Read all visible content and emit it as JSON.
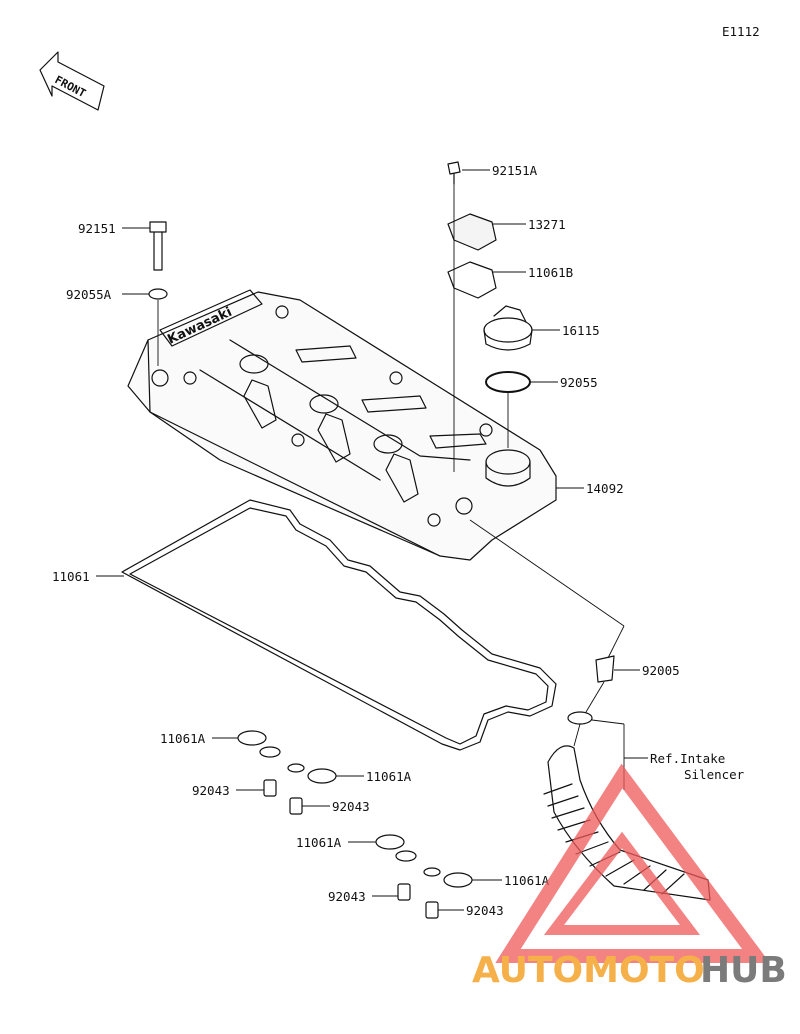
{
  "diagram_code": "E1112",
  "front_label": "FRONT",
  "brand_text": "Kawasaki",
  "callouts": {
    "bolt_top": "92151A",
    "cover_plate": "13271",
    "plate_gasket": "11061B",
    "oil_cap": "16115",
    "o_ring": "92055",
    "head_cover": "14092",
    "bolt_left": "92151",
    "washer_left": "92055A",
    "cover_gasket": "11061",
    "fitting": "92005",
    "ref_text_line1": "Ref.Intake",
    "ref_text_line2": "Silencer",
    "plug_gasket_1": "11061A",
    "collar_1": "92043",
    "plug_gasket_2": "11061A",
    "collar_2": "92043",
    "plug_gasket_3": "11061A",
    "collar_3": "92043",
    "plug_gasket_4": "11061A",
    "collar_4": "92043"
  },
  "watermark": {
    "part1": "AUTOMOTO",
    "part2": "HUB",
    "color_primary": "#f5b04a",
    "color_secondary": "#7b7b7b",
    "triangle_color": "#ef5a5a"
  }
}
